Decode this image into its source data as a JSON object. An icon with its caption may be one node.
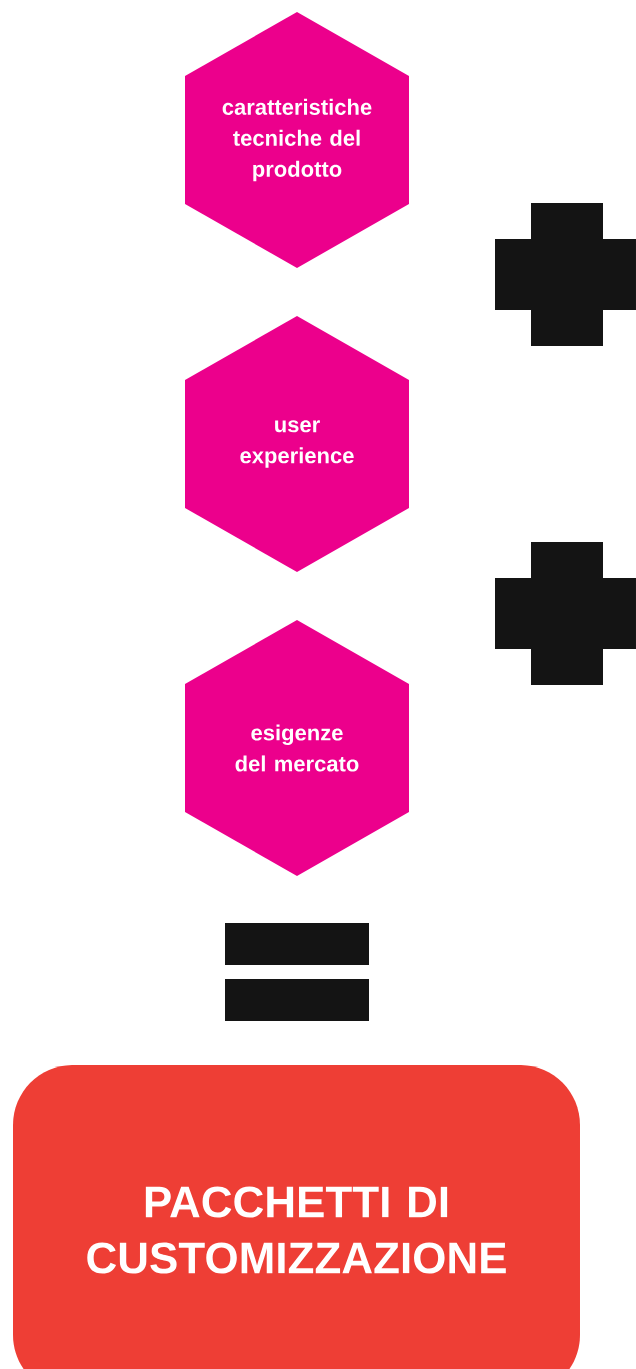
{
  "diagram": {
    "nodes": [
      {
        "text": [
          "caratteristiche tecniche del prodotto"
        ]
      },
      {
        "text": [],
        "shape": "plus"
      },
      {
        "text": [
          "user experience"
        ]
      },
      {
        "text": [],
        "shape": "plus"
      },
      {
        "text": [
          "esigenze del mercato"
        ]
      },
      {
        "text": [],
        "shape": "equals"
      },
      {
        "text": [
          "PACCHETTI DI CUSTOMIZZAZIONE"
        ]
      }
    ]
  }
}
